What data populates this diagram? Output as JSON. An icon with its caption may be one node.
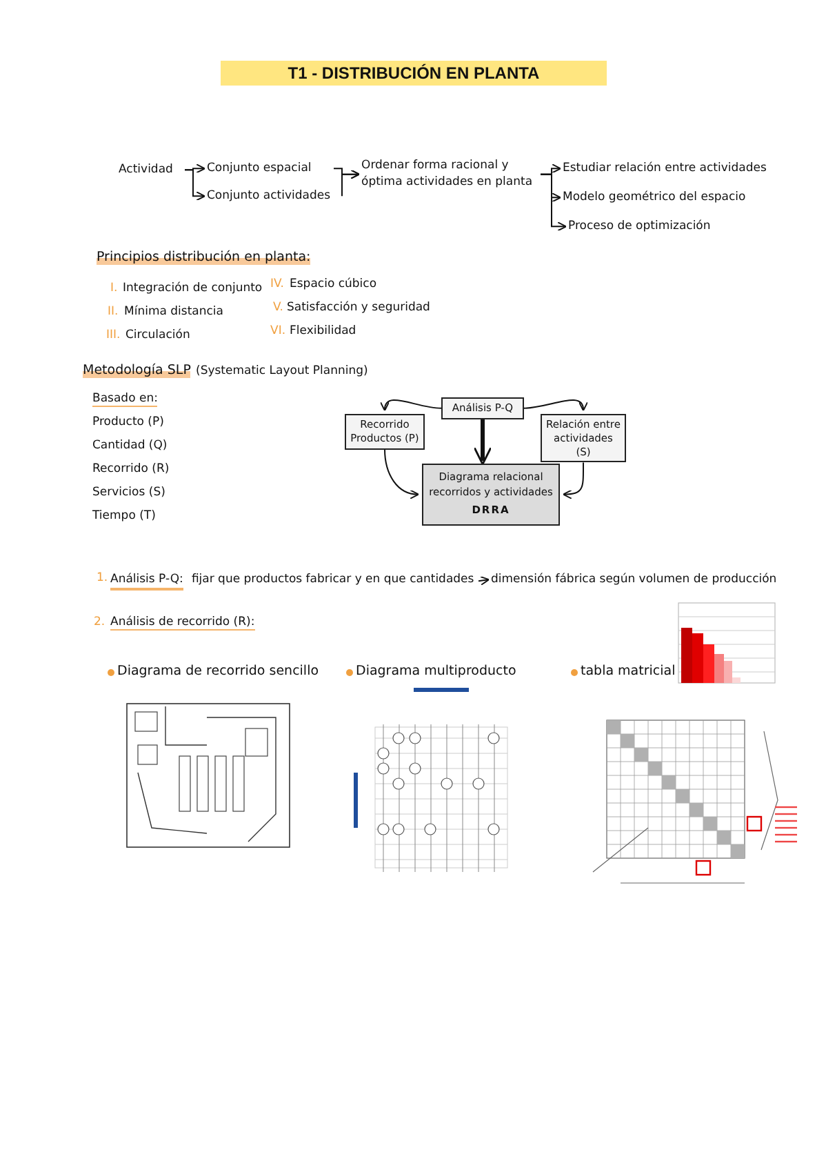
{
  "diagram": {
    "title": "T1 - DISTRIBUCIÓN EN PLANTA",
    "nodes": [
      {
        "text": [
          "Actividad"
        ]
      },
      {
        "text": [
          "Conjunto espacial"
        ]
      },
      {
        "text": [
          "Conjunto actividades"
        ]
      },
      {
        "text": [
          "Ordenar forma racional y óptima actividades en planta"
        ]
      },
      {
        "text": [
          "Estudiar relación entre actividades"
        ]
      },
      {
        "text": [
          "Modelo geométrico del espacio"
        ]
      },
      {
        "text": [
          "Proceso de optimización"
        ]
      },
      {
        "text": [
          "Análisis P-Q"
        ]
      },
      {
        "text": [
          "Recorrido Productos (P)"
        ]
      },
      {
        "text": [
          "Relación entre actividades (S)"
        ]
      },
      {
        "text": [
          "Diagrama relacional recorridos y actividades",
          "DRRA"
        ]
      },
      {
        "text": [
          "Análisis P-Q:",
          "fijar que productos fabricar y en que cantidades"
        ]
      },
      {
        "text": [
          "dimensión fábrica según volumen de producción"
        ]
      }
    ],
    "edges": [
      {
        "from": 0,
        "to": 1,
        "arrow": "to"
      },
      {
        "from": 0,
        "to": 2,
        "arrow": "to"
      },
      {
        "from": 1,
        "to": 3,
        "arrow": "to"
      },
      {
        "from": 2,
        "to": 3,
        "arrow": "to"
      },
      {
        "from": 3,
        "to": 4,
        "arrow": "to"
      },
      {
        "from": 3,
        "to": 5,
        "arrow": "to"
      },
      {
        "from": 3,
        "to": 6,
        "arrow": "to"
      },
      {
        "from": 7,
        "to": 8,
        "arrow": "to"
      },
      {
        "from": 7,
        "to": 9,
        "arrow": "to"
      },
      {
        "from": 7,
        "to": 10,
        "arrow": "to",
        "style": "thick"
      },
      {
        "from": 8,
        "to": 10,
        "arrow": "to"
      },
      {
        "from": 9,
        "to": 10,
        "arrow": "to"
      },
      {
        "from": 11,
        "to": 12,
        "arrow": "to"
      }
    ],
    "labels": [
      "Principios distribución en planta:",
      "I.",
      "Integración de conjunto",
      "IV.",
      "Espacio cúbico",
      "II.",
      "Mínima distancia",
      "V.",
      "Satisfacción y seguridad",
      "III.",
      "Circulación",
      "VI.",
      "Flexibilidad",
      "Metodología SLP",
      "(Systematic Layout Planning)",
      "Basado en:",
      "Producto (P)",
      "Cantidad (Q)",
      "Recorrido (R)",
      "Servicios (S)",
      "Tiempo (T)",
      "1.",
      "2.",
      "Análisis de recorrido (R):",
      "Diagrama de recorrido sencillo",
      "Diagrama multiproducto",
      "tabla matricial"
    ]
  }
}
